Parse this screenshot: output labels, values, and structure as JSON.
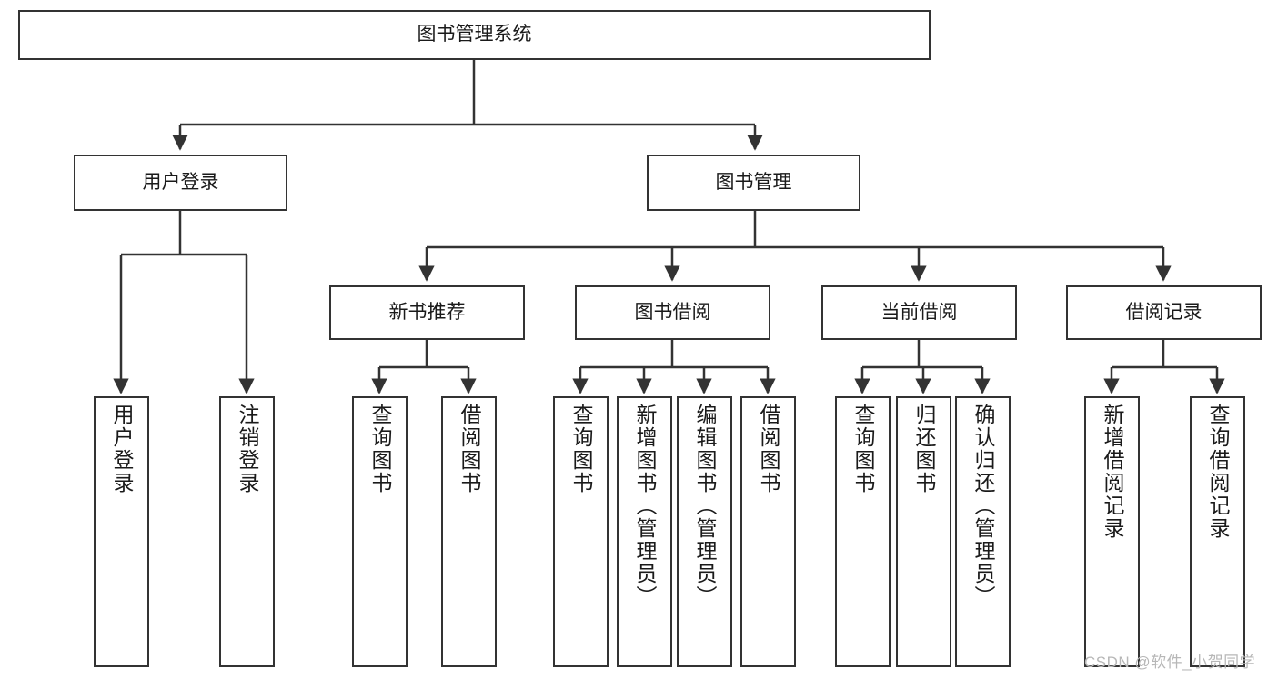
{
  "diagram": {
    "title": "图书管理系统",
    "type": "tree",
    "watermark": "CSDN @软件_小贺同学",
    "colors": {
      "box_border": "#333333",
      "box_fill": "#ffffff",
      "edge": "#333333",
      "text": "#1a1a1a",
      "watermark": "#b7b7b7"
    },
    "nodes": {
      "root": {
        "label": "图书管理系统"
      },
      "level1": [
        {
          "id": "user-login",
          "label": "用户登录"
        },
        {
          "id": "book-manage",
          "label": "图书管理"
        }
      ],
      "level2": [
        {
          "id": "new-book-recommend",
          "label": "新书推荐"
        },
        {
          "id": "book-borrow",
          "label": "图书借阅"
        },
        {
          "id": "current-borrow",
          "label": "当前借阅"
        },
        {
          "id": "borrow-record",
          "label": "借阅记录"
        }
      ],
      "leaves": {
        "user-login": [
          {
            "id": "leaf-user-login",
            "label": "用户登录"
          },
          {
            "id": "leaf-logout",
            "label": "注销登录"
          }
        ],
        "new-book-recommend": [
          {
            "id": "leaf-query-book-1",
            "label": "查询图书"
          },
          {
            "id": "leaf-borrow-book-1",
            "label": "借阅图书"
          }
        ],
        "book-borrow": [
          {
            "id": "leaf-query-book-2",
            "label": "查询图书"
          },
          {
            "id": "leaf-add-book",
            "label": "新增图书（管理员）"
          },
          {
            "id": "leaf-edit-book",
            "label": "编辑图书（管理员）"
          },
          {
            "id": "leaf-borrow-book-2",
            "label": "借阅图书"
          }
        ],
        "current-borrow": [
          {
            "id": "leaf-query-book-3",
            "label": "查询图书"
          },
          {
            "id": "leaf-return-book",
            "label": "归还图书"
          },
          {
            "id": "leaf-confirm-return",
            "label": "确认归还（管理员）"
          }
        ],
        "borrow-record": [
          {
            "id": "leaf-add-record",
            "label": "新增借阅记录"
          },
          {
            "id": "leaf-query-record",
            "label": "查询借阅记录"
          }
        ]
      }
    }
  }
}
